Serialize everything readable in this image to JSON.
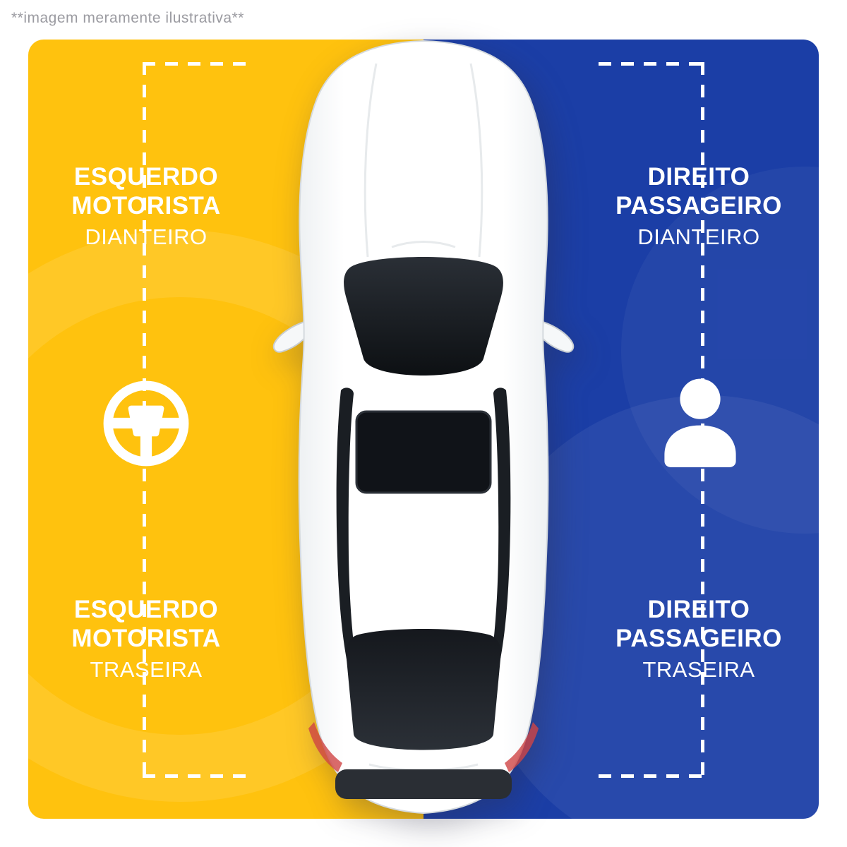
{
  "disclaimer": {
    "text": "**imagem meramente ilustrativa**"
  },
  "colors": {
    "driver_side_bg": "#FFC20E",
    "passenger_side_bg": "#1B3EA6",
    "label_text": "#FFFFFF",
    "disclaimer_text": "#9B9BA1"
  },
  "labels": {
    "front_left": {
      "l1": "ESQUERDO",
      "l2": "MOTORISTA",
      "l3": "DIANTEIRO"
    },
    "front_right": {
      "l1": "DIREITO",
      "l2": "PASSAGEIRO",
      "l3": "DIANTEIRO"
    },
    "rear_left": {
      "l1": "ESQUERDO",
      "l2": "MOTORISTA",
      "l3": "TRASEIRA"
    },
    "rear_right": {
      "l1": "DIREITO",
      "l2": "PASSAGEIRO",
      "l3": "TRASEIRA"
    }
  },
  "icons": {
    "left": "steering-wheel-icon",
    "right": "person-icon"
  }
}
